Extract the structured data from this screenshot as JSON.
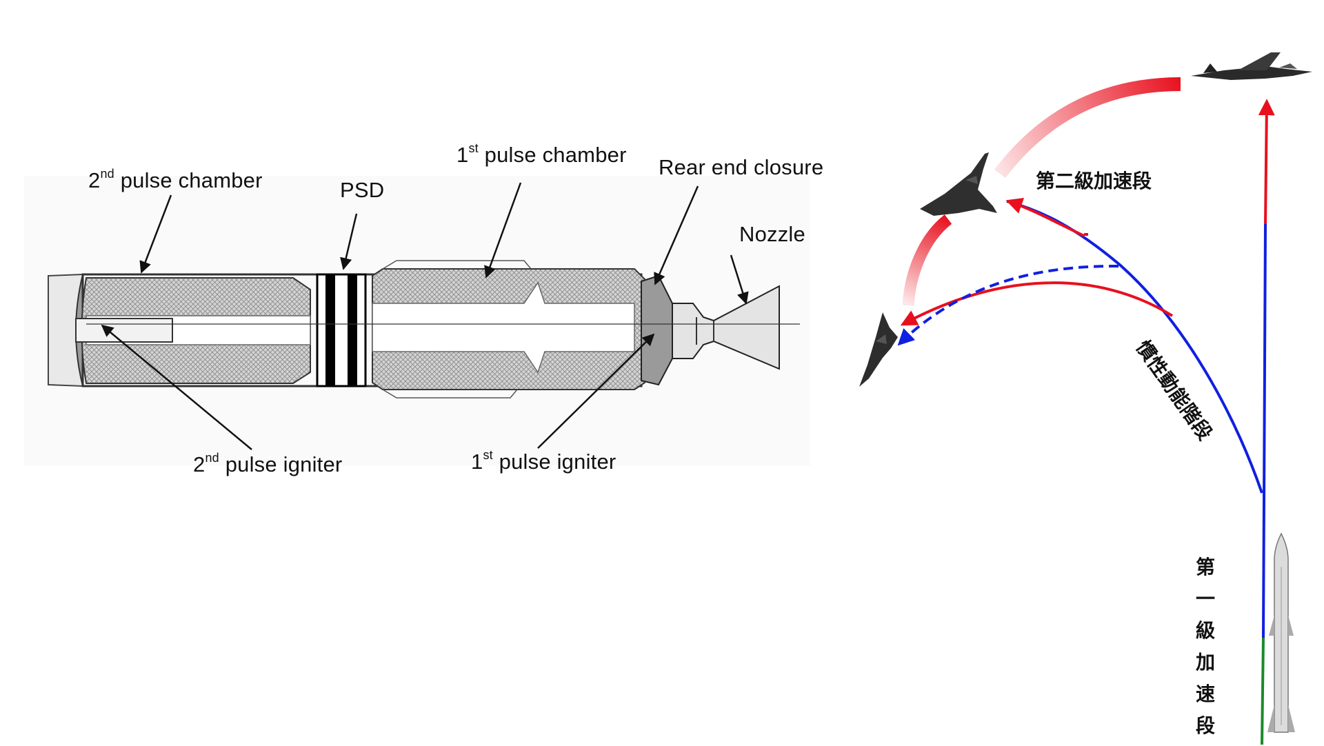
{
  "motor_labels": {
    "second_chamber": {
      "ordinal": "2",
      "suffix": "nd",
      "text": " pulse chamber"
    },
    "psd": "PSD",
    "first_chamber": {
      "ordinal": "1",
      "suffix": "st",
      "text": " pulse chamber"
    },
    "rear_closure": "Rear end closure",
    "nozzle": "Nozzle",
    "second_igniter": {
      "ordinal": "2",
      "suffix": "nd",
      "text": " pulse igniter"
    },
    "first_igniter": {
      "ordinal": "1",
      "suffix": "st",
      "text": " pulse igniter"
    }
  },
  "trajectory_labels": {
    "second_stage": "第二級加速段",
    "inertia_phase": "慣性動能階段",
    "first_stage_chars": [
      "第",
      "一",
      "級",
      "加",
      "速",
      "段"
    ]
  },
  "colors": {
    "boost_red": "#e8101e",
    "coast_blue": "#1020e0",
    "launch_green": "#1a8a2a",
    "ink": "#111111"
  },
  "icons": [
    "fighter-jet-icon",
    "missile-icon"
  ]
}
